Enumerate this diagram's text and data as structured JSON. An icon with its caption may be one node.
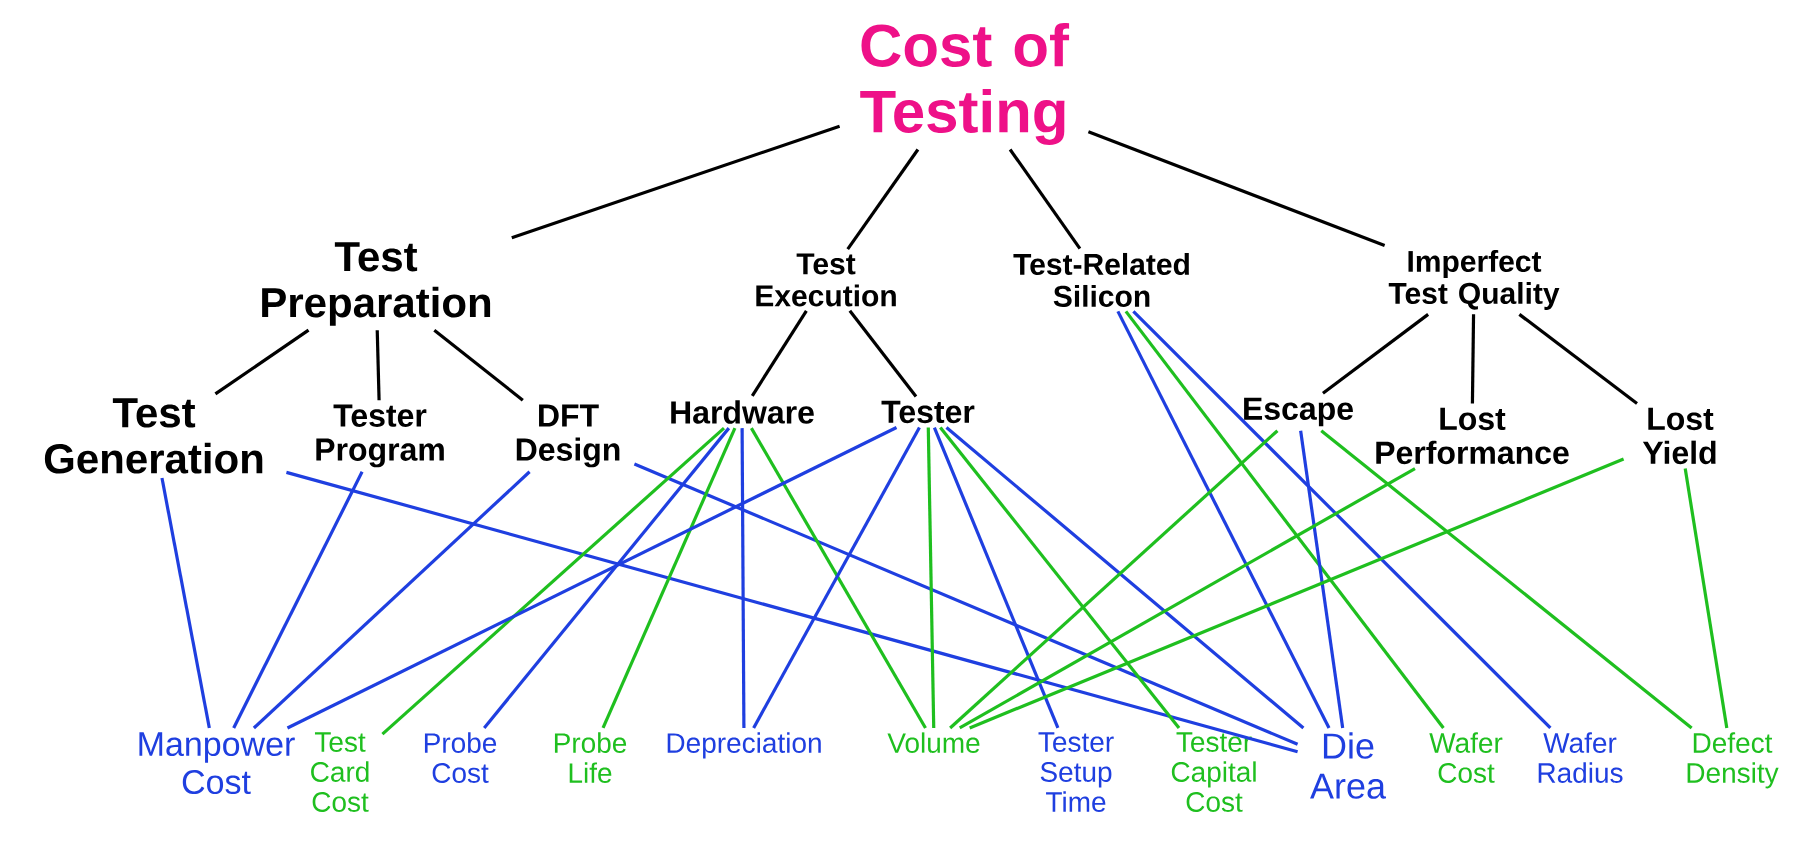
{
  "diagram": {
    "nodes": [
      {
        "text": [
          "Cost of Testing"
        ]
      },
      {
        "text": [
          "Test Preparation"
        ]
      },
      {
        "text": [
          "Test Execution"
        ]
      },
      {
        "text": [
          "Test-Related Silicon"
        ]
      },
      {
        "text": [
          "Imperfect Test Quality"
        ]
      },
      {
        "text": [
          "Test Generation"
        ]
      },
      {
        "text": [
          "Tester Program"
        ]
      },
      {
        "text": [
          "DFT Design"
        ]
      },
      {
        "text": [
          "Hardware"
        ]
      },
      {
        "text": [
          "Tester"
        ]
      },
      {
        "text": [
          "Escape"
        ]
      },
      {
        "text": [
          "Lost Performance"
        ]
      },
      {
        "text": [
          "Lost Yield"
        ]
      },
      {
        "text": [
          "Manpower Cost"
        ]
      },
      {
        "text": [
          "Test Card Cost"
        ]
      },
      {
        "text": [
          "Probe Cost"
        ]
      },
      {
        "text": [
          "Probe Life"
        ]
      },
      {
        "text": [
          "Depreciation"
        ]
      },
      {
        "text": [
          "Volume"
        ]
      },
      {
        "text": [
          "Tester Setup Time"
        ]
      },
      {
        "text": [
          "Tester Capital Cost"
        ]
      },
      {
        "text": [
          "Die Area"
        ]
      },
      {
        "text": [
          "Wafer Cost"
        ]
      },
      {
        "text": [
          "Wafer Radius"
        ]
      },
      {
        "text": [
          "Defect Density"
        ]
      }
    ],
    "edges": [
      {
        "from": 0,
        "to": 1,
        "arrow": "none",
        "color": "#000000"
      },
      {
        "from": 0,
        "to": 2,
        "arrow": "none",
        "color": "#000000"
      },
      {
        "from": 0,
        "to": 3,
        "arrow": "none",
        "color": "#000000"
      },
      {
        "from": 0,
        "to": 4,
        "arrow": "none",
        "color": "#000000"
      },
      {
        "from": 1,
        "to": 5,
        "arrow": "none",
        "color": "#000000"
      },
      {
        "from": 1,
        "to": 6,
        "arrow": "none",
        "color": "#000000"
      },
      {
        "from": 1,
        "to": 7,
        "arrow": "none",
        "color": "#000000"
      },
      {
        "from": 2,
        "to": 8,
        "arrow": "none",
        "color": "#000000"
      },
      {
        "from": 2,
        "to": 9,
        "arrow": "none",
        "color": "#000000"
      },
      {
        "from": 4,
        "to": 10,
        "arrow": "none",
        "color": "#000000"
      },
      {
        "from": 4,
        "to": 11,
        "arrow": "none",
        "color": "#000000"
      },
      {
        "from": 4,
        "to": 12,
        "arrow": "none",
        "color": "#000000"
      },
      {
        "from": 5,
        "to": 13,
        "arrow": "none",
        "color": "#1f3fe0"
      },
      {
        "from": 5,
        "to": 21,
        "arrow": "none",
        "color": "#1f3fe0"
      },
      {
        "from": 6,
        "to": 13,
        "arrow": "none",
        "color": "#1f3fe0"
      },
      {
        "from": 7,
        "to": 13,
        "arrow": "none",
        "color": "#1f3fe0"
      },
      {
        "from": 7,
        "to": 21,
        "arrow": "none",
        "color": "#1f3fe0"
      },
      {
        "from": 8,
        "to": 14,
        "arrow": "none",
        "color": "#1fbf1f"
      },
      {
        "from": 8,
        "to": 15,
        "arrow": "none",
        "color": "#1f3fe0"
      },
      {
        "from": 8,
        "to": 16,
        "arrow": "none",
        "color": "#1fbf1f"
      },
      {
        "from": 8,
        "to": 17,
        "arrow": "none",
        "color": "#1f3fe0"
      },
      {
        "from": 8,
        "to": 18,
        "arrow": "none",
        "color": "#1fbf1f"
      },
      {
        "from": 9,
        "to": 13,
        "arrow": "none",
        "color": "#1f3fe0"
      },
      {
        "from": 9,
        "to": 17,
        "arrow": "none",
        "color": "#1f3fe0"
      },
      {
        "from": 9,
        "to": 18,
        "arrow": "none",
        "color": "#1fbf1f"
      },
      {
        "from": 9,
        "to": 19,
        "arrow": "none",
        "color": "#1f3fe0"
      },
      {
        "from": 9,
        "to": 20,
        "arrow": "none",
        "color": "#1fbf1f"
      },
      {
        "from": 9,
        "to": 21,
        "arrow": "none",
        "color": "#1f3fe0"
      },
      {
        "from": 3,
        "to": 21,
        "arrow": "none",
        "color": "#1f3fe0"
      },
      {
        "from": 3,
        "to": 22,
        "arrow": "none",
        "color": "#1fbf1f"
      },
      {
        "from": 3,
        "to": 23,
        "arrow": "none",
        "color": "#1f3fe0"
      },
      {
        "from": 10,
        "to": 18,
        "arrow": "none",
        "color": "#1fbf1f"
      },
      {
        "from": 10,
        "to": 21,
        "arrow": "none",
        "color": "#1f3fe0"
      },
      {
        "from": 10,
        "to": 24,
        "arrow": "none",
        "color": "#1fbf1f"
      },
      {
        "from": 11,
        "to": 18,
        "arrow": "none",
        "color": "#1fbf1f"
      },
      {
        "from": 12,
        "to": 18,
        "arrow": "none",
        "color": "#1fbf1f"
      },
      {
        "from": 12,
        "to": 24,
        "arrow": "none",
        "color": "#1fbf1f"
      }
    ]
  }
}
